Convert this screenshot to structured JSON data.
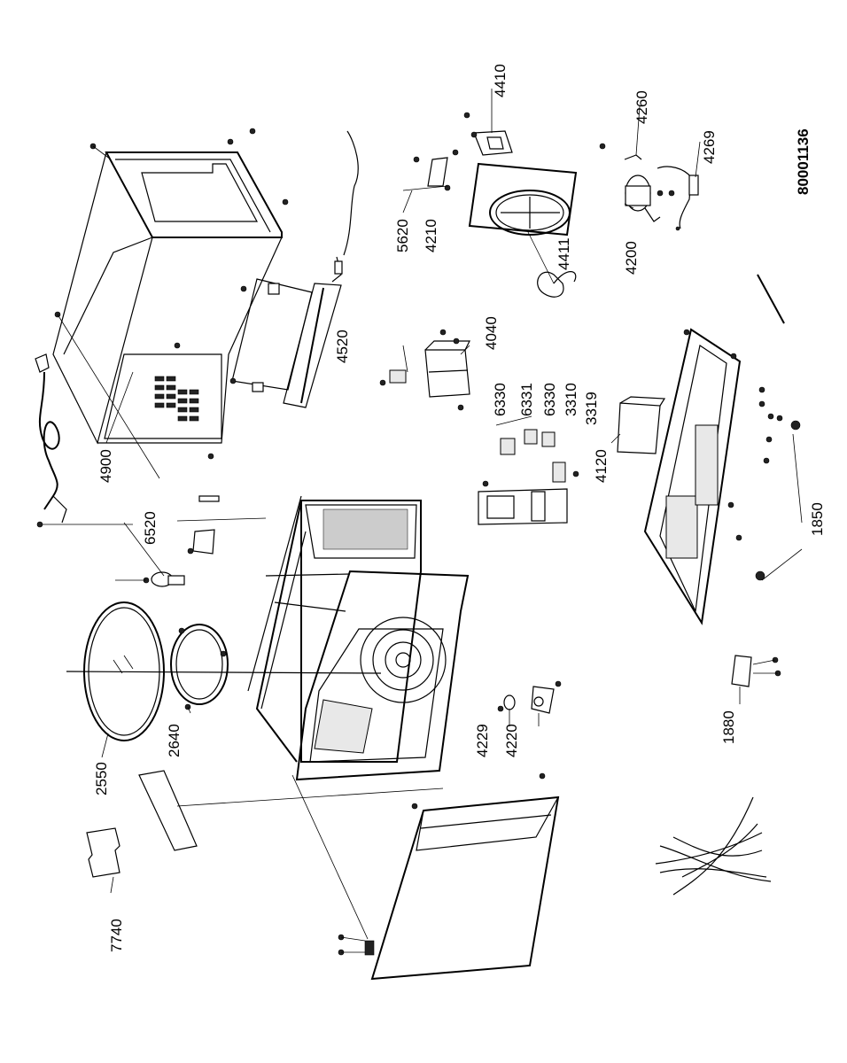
{
  "document_id": "80001136",
  "part_labels": [
    {
      "id": "p4410",
      "text": "4410"
    },
    {
      "id": "p4260",
      "text": "4260"
    },
    {
      "id": "p4269",
      "text": "4269"
    },
    {
      "id": "p5620",
      "text": "5620"
    },
    {
      "id": "p4210",
      "text": "4210"
    },
    {
      "id": "p4411",
      "text": "4411"
    },
    {
      "id": "p4200",
      "text": "4200"
    },
    {
      "id": "p4040",
      "text": "4040"
    },
    {
      "id": "p4520",
      "text": "4520"
    },
    {
      "id": "p4900",
      "text": "4900"
    },
    {
      "id": "p6330a",
      "text": "6330"
    },
    {
      "id": "p6331",
      "text": "6331"
    },
    {
      "id": "p6330b",
      "text": "6330"
    },
    {
      "id": "p3310",
      "text": "3310"
    },
    {
      "id": "p3319",
      "text": "3319"
    },
    {
      "id": "p4120",
      "text": "4120"
    },
    {
      "id": "p6520",
      "text": "6520"
    },
    {
      "id": "p1850",
      "text": "1850"
    },
    {
      "id": "p4229",
      "text": "4229"
    },
    {
      "id": "p4220",
      "text": "4220"
    },
    {
      "id": "p1880",
      "text": "1880"
    },
    {
      "id": "p2550",
      "text": "2550"
    },
    {
      "id": "p2640",
      "text": "2640"
    },
    {
      "id": "p7740",
      "text": "7740"
    }
  ]
}
